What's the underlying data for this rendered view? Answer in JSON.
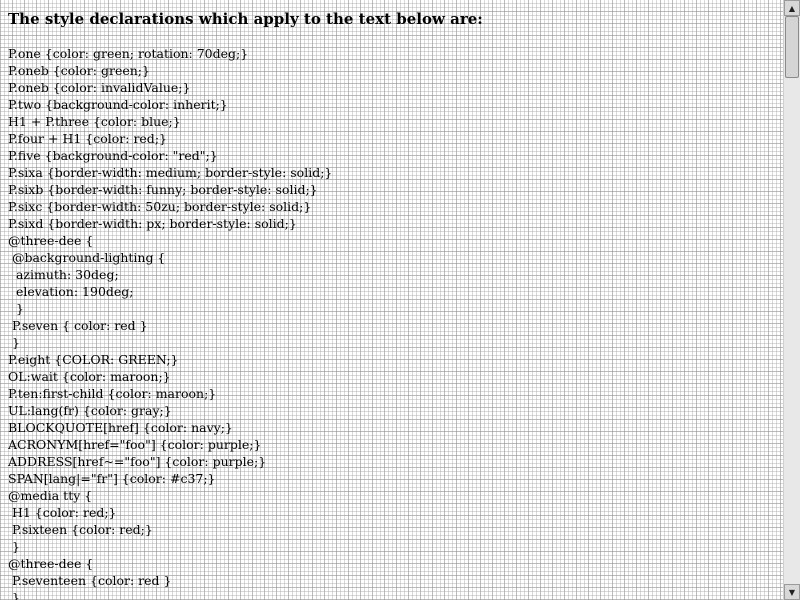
{
  "heading": "The style declarations which apply to the text below are:",
  "declarations": [
    "P.one {color: green; rotation: 70deg;}",
    "P.oneb {color: green;}",
    "P.oneb {color: invalidValue;}",
    "P.two {background-color: inherit;}",
    "H1 + P.three {color: blue;}",
    "P.four + H1 {color: red;}",
    "P.five {background-color: \"red\";}",
    "P.sixa {border-width: medium; border-style: solid;}",
    "P.sixb {border-width: funny; border-style: solid;}",
    "P.sixc {border-width: 50zu; border-style: solid;}",
    "P.sixd {border-width: px; border-style: solid;}",
    "@three-dee {",
    " @background-lighting {",
    "  azimuth: 30deg;",
    "  elevation: 190deg;",
    "  }",
    " P.seven { color: red }",
    " }",
    "P.eight {COLOR: GREEN;}",
    "OL:wait {color: maroon;}",
    "P.ten:first-child {color: maroon;}",
    "UL:lang(fr) {color: gray;}",
    "BLOCKQUOTE[href] {color: navy;}",
    "ACRONYM[href=\"foo\"] {color: purple;}",
    "ADDRESS[href~=\"foo\"] {color: purple;}",
    "SPAN[lang|=\"fr\"] {color: #c37;}",
    "@media tty {",
    " H1 {color: red;}",
    " P.sixteen {color: red;}",
    " }",
    "@three-dee {",
    " P.seventeen {color: red }",
    " }"
  ],
  "scrollbar": {
    "up_arrow": "▲",
    "down_arrow": "▼"
  }
}
